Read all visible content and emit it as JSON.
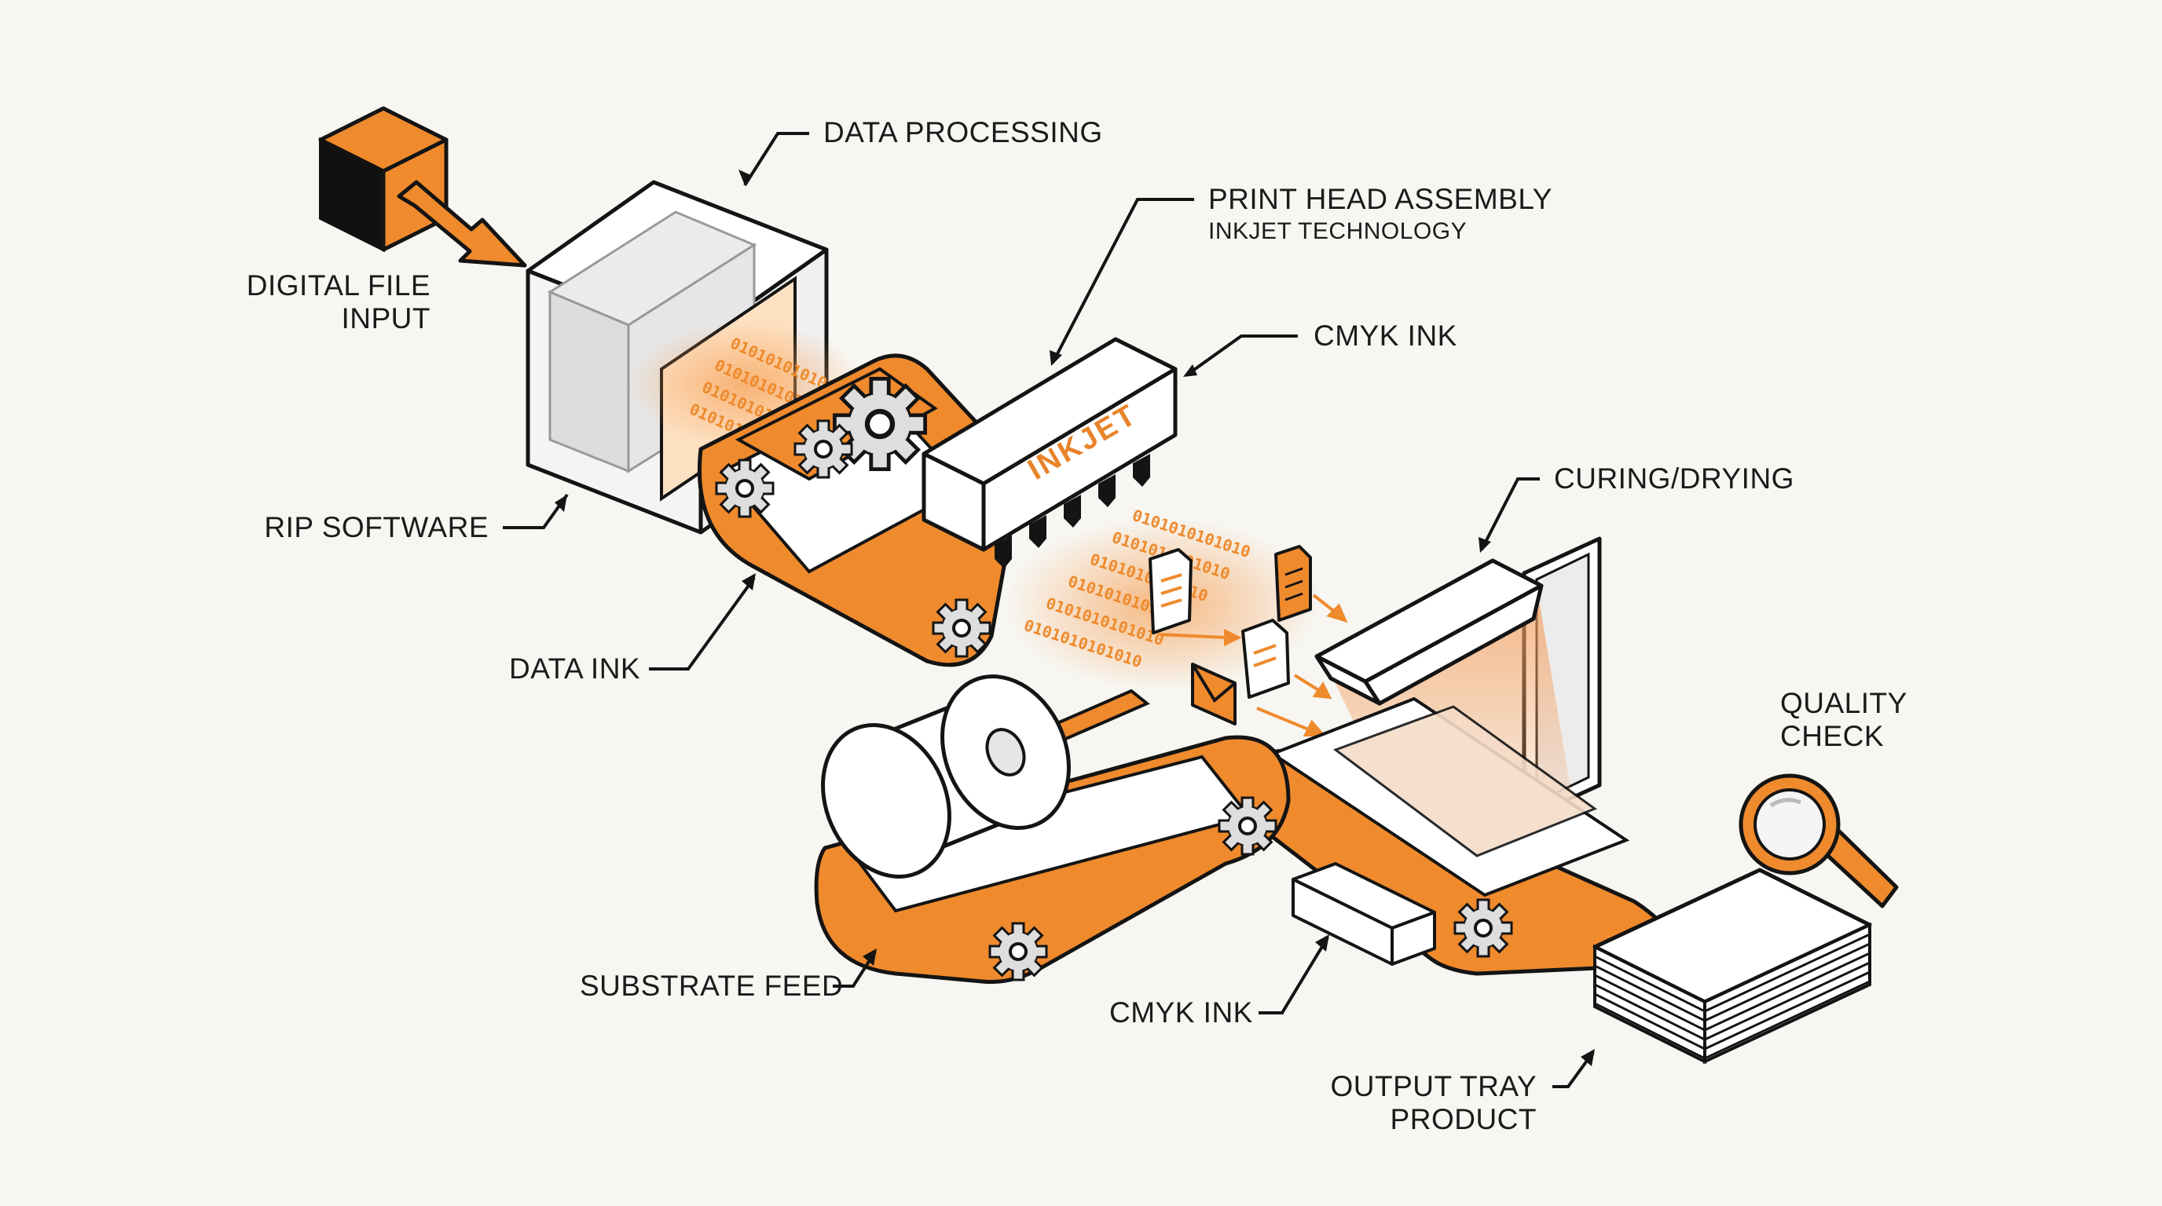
{
  "labels": {
    "digital_file_input": [
      "DIGITAL FILE",
      "INPUT"
    ],
    "data_processing": "DATA PROCESSING",
    "print_head_assembly": "PRINT HEAD ASSEMBLY",
    "inkjet_technology": "INKJET TECHNOLOGY",
    "cmyk_ink_top": "CMYK INK",
    "curing_drying": "CURING/DRYING",
    "rip_software": "RIP SOFTWARE",
    "data_ink": "DATA INK",
    "quality_check": [
      "QUALITY",
      "CHECK"
    ],
    "substrate_feed": "SUBSTRATE FEED",
    "cmyk_ink_bottom": "CMYK INK",
    "output_tray_product": [
      "OUTPUT TRAY",
      "PRODUCT"
    ],
    "print_head_text": "INKJET"
  },
  "binary_stream_text": "0101010101010",
  "colors": {
    "accent": "#ef8a2d",
    "outline": "#141414",
    "background": "#f7f6f2"
  },
  "icons": [
    "arrow-icon",
    "gear-icon",
    "document-icon",
    "envelope-icon",
    "magnifier-icon",
    "paper-stack-icon",
    "paper-roll-icon"
  ]
}
